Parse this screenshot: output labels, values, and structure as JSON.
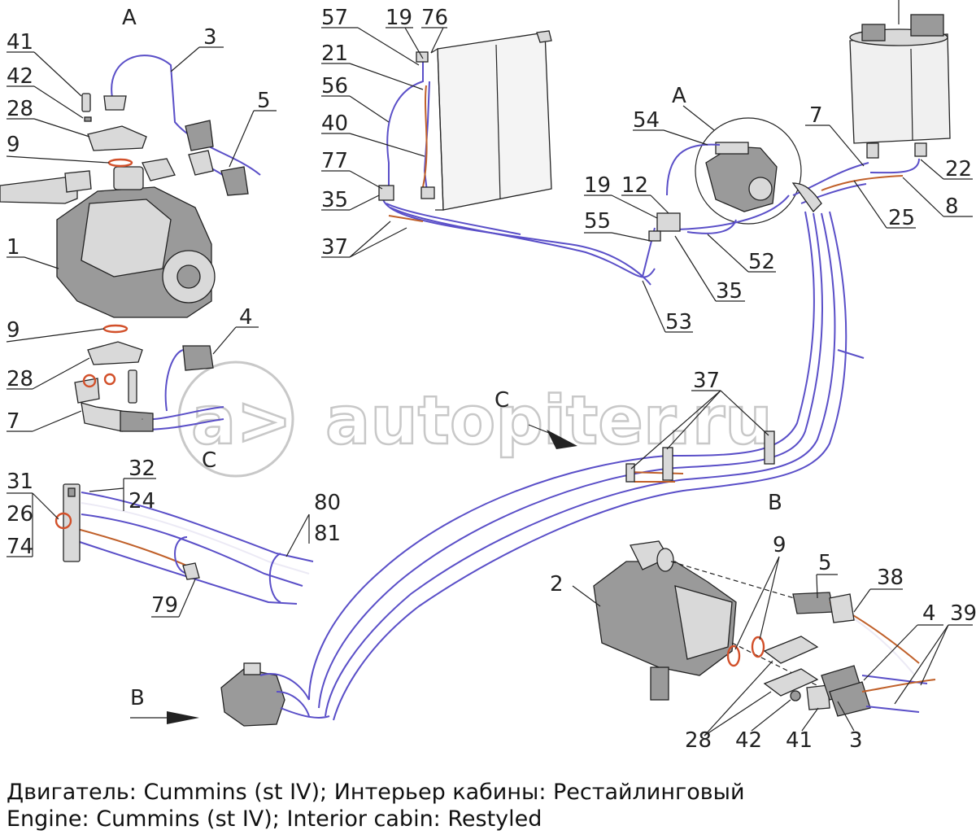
{
  "diagram": {
    "view_labels": {
      "a_top": "A",
      "a_right": "A",
      "b_bottom": "B",
      "b_right": "B",
      "c_arrow": "C",
      "c_view": "C"
    },
    "callouts": {
      "left_view": [
        "41",
        "42",
        "28",
        "9",
        "1",
        "9",
        "28",
        "7",
        "3",
        "5",
        "4"
      ],
      "clamp_view": [
        "31",
        "26",
        "74",
        "32",
        "24",
        "79",
        "80",
        "81"
      ],
      "top_middle": [
        "57",
        "19",
        "76",
        "21",
        "56",
        "40",
        "77",
        "35",
        "37"
      ],
      "mid_pump": [
        "54",
        "19",
        "12",
        "55",
        "35",
        "53",
        "52"
      ],
      "right_top": [
        "7",
        "22",
        "8",
        "25"
      ],
      "middle": [
        "37"
      ],
      "bottom_right": [
        "2",
        "9",
        "5",
        "38",
        "4",
        "39",
        "28",
        "42",
        "41",
        "3"
      ]
    },
    "watermark": "autopiter.ru"
  },
  "caption": {
    "ru": "Двигатель: Cummins (st IV); Интерьер кабины: Рестайлинговый",
    "en": "Engine: Cummins (st IV); Interior cabin: Restyled"
  }
}
